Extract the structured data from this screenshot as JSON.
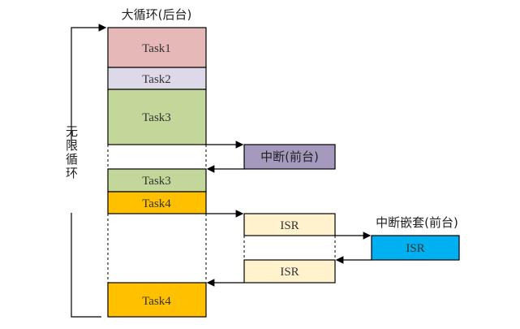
{
  "title": "大循环(后台)",
  "loop_label": "无限循环",
  "tasks": [
    {
      "label": "Task1",
      "color": "#E6B8B7"
    },
    {
      "label": "Task2",
      "color": "#DDD9E8"
    },
    {
      "label": "Task3",
      "color": "#C4D79B"
    },
    {
      "label": "Task3",
      "color": "#C4D79B"
    },
    {
      "label": "Task4",
      "color": "#FFC000"
    },
    {
      "label": "Task4",
      "color": "#FFC000"
    }
  ],
  "interrupt": {
    "label": "中断(前台)",
    "color": "#A599BE"
  },
  "isr": [
    {
      "label": "ISR",
      "color": "#FFF2CC"
    },
    {
      "label": "ISR",
      "color": "#FFF2CC"
    }
  ],
  "nested": {
    "title": "中断嵌套(前台)",
    "label": "ISR",
    "color": "#00B0F0"
  }
}
